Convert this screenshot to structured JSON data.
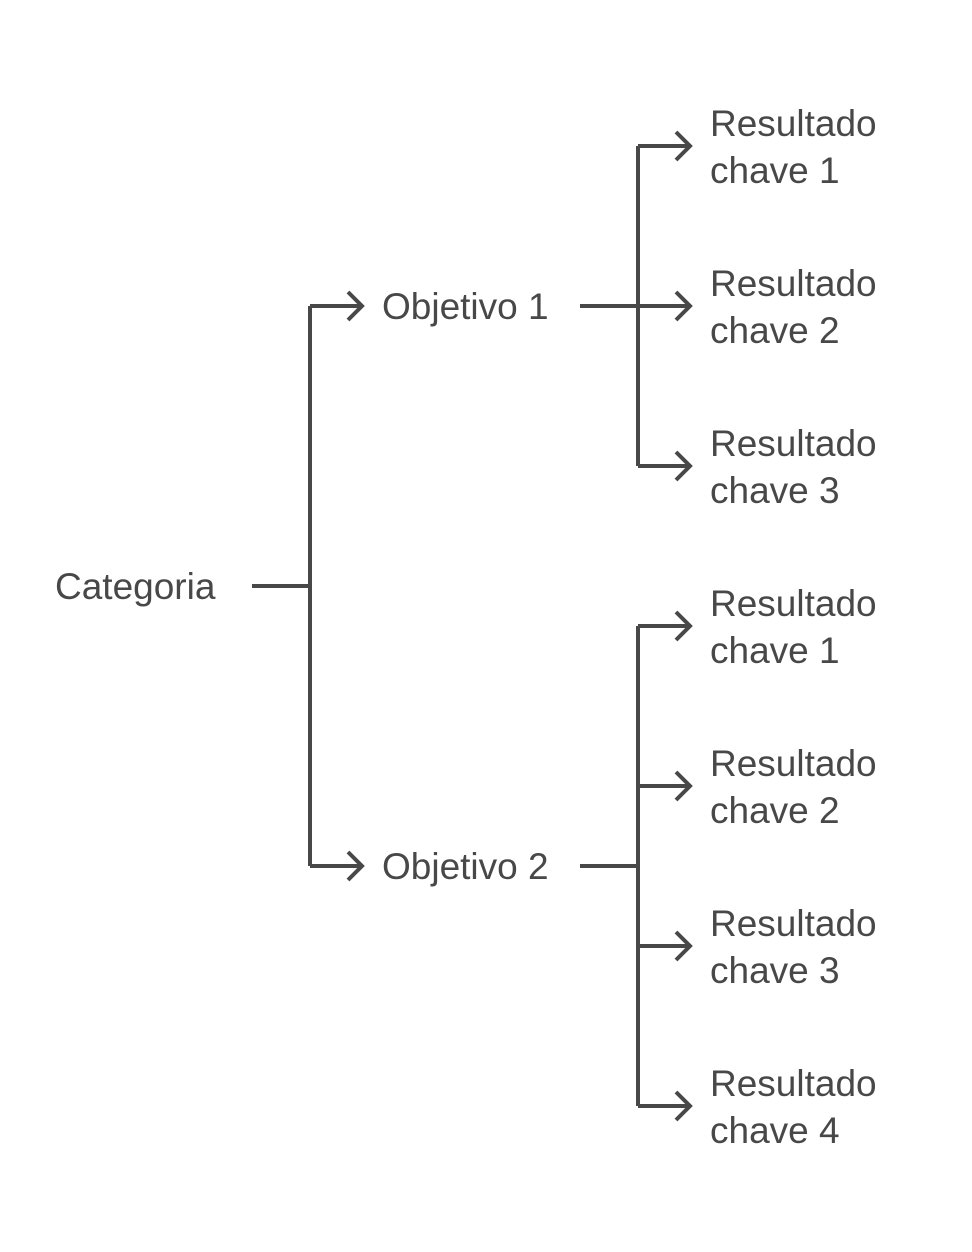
{
  "diagram": {
    "root": {
      "label": "Categoria"
    },
    "objectives": [
      {
        "label": "Objetivo 1",
        "results": [
          {
            "line1": "Resultado",
            "line2": "chave 1"
          },
          {
            "line1": "Resultado",
            "line2": "chave 2"
          },
          {
            "line1": "Resultado",
            "line2": "chave 3"
          }
        ]
      },
      {
        "label": "Objetivo 2",
        "results": [
          {
            "line1": "Resultado",
            "line2": "chave 1"
          },
          {
            "line1": "Resultado",
            "line2": "chave 2"
          },
          {
            "line1": "Resultado",
            "line2": "chave 3"
          },
          {
            "line1": "Resultado",
            "line2": "chave 4"
          }
        ]
      }
    ]
  },
  "colors": {
    "line": "#484848",
    "text": "#484848",
    "background": "#ffffff"
  }
}
